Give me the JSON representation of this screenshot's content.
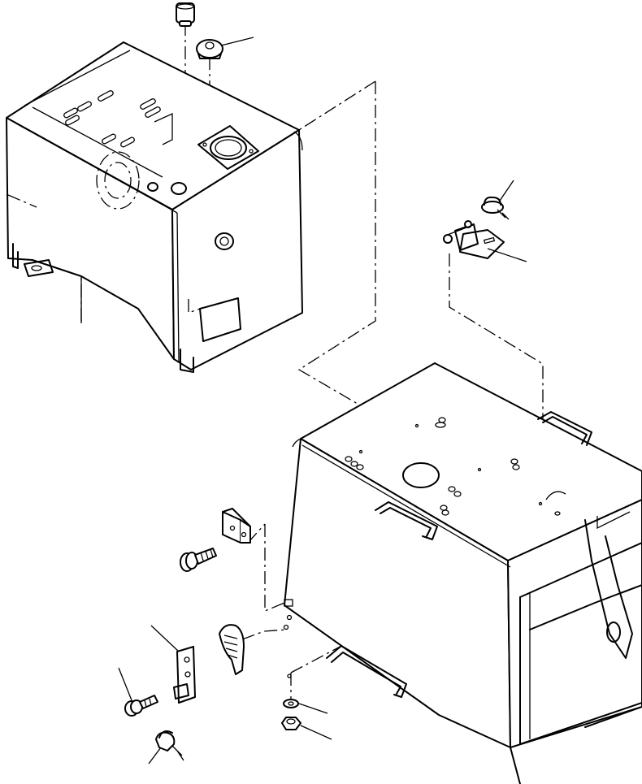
{
  "figure": {
    "type": "exploded parts diagram",
    "text_labels": [],
    "ink_color": "#000000",
    "background_color": "#ffffff"
  },
  "parts": [
    {
      "id": "hydraulic-tank",
      "shape": "box tank with filler port and sight gauge"
    },
    {
      "id": "tank-cap",
      "shape": "cylindrical cap"
    },
    {
      "id": "breather",
      "shape": "round breather"
    },
    {
      "id": "tank-cover",
      "shape": "open-frame housing with handles"
    },
    {
      "id": "inspection-lid",
      "shape": "hinged flap"
    },
    {
      "id": "padlock-upper",
      "shape": "padlock with key"
    },
    {
      "id": "padlock-lower",
      "shape": "padlock with key"
    },
    {
      "id": "hinge-bracket",
      "shape": "small angle bracket"
    },
    {
      "id": "upper-bolt",
      "shape": "flange bolt"
    },
    {
      "id": "latch-plate",
      "shape": "latch plate with staple"
    },
    {
      "id": "latch-handle",
      "shape": "grip latch"
    },
    {
      "id": "lower-bolt",
      "shape": "flange bolt"
    },
    {
      "id": "washer",
      "shape": "flat washer"
    },
    {
      "id": "nut",
      "shape": "hex nut"
    }
  ]
}
